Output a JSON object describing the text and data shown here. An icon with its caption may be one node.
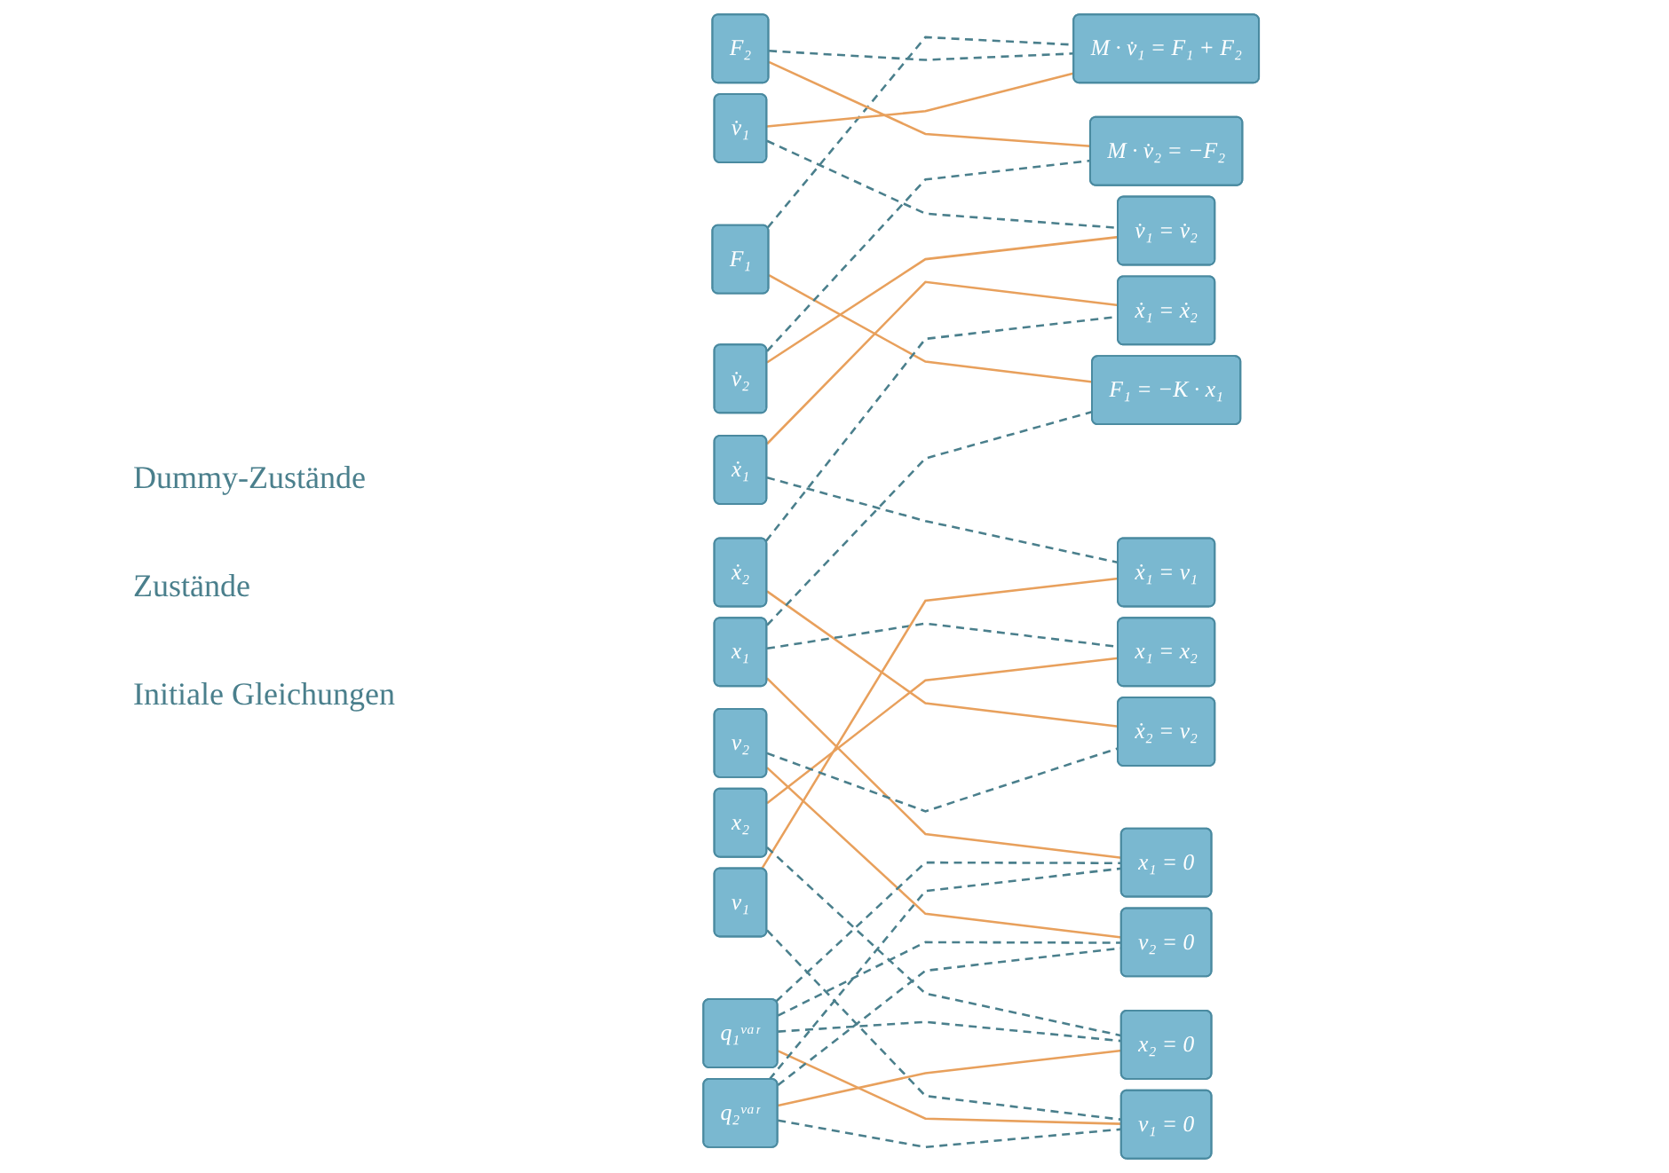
{
  "diagram": {
    "nodes": [
      {
        "text": [
          "F₁"
        ]
      },
      {
        "text": [
          "F₂"
        ]
      },
      {
        "text": [
          "ẋ₁"
        ]
      },
      {
        "text": [
          "v̇₁"
        ]
      },
      {
        "text": [
          "ẋ₂"
        ]
      },
      {
        "text": [
          "v̇₂"
        ]
      },
      {
        "text": [
          "x₁"
        ]
      },
      {
        "text": [
          "v₁"
        ]
      },
      {
        "text": [
          "x₂"
        ]
      },
      {
        "text": [
          "v₂"
        ]
      },
      {
        "text": [
          "q₁ᵛᵃʳ"
        ]
      },
      {
        "text": [
          "q₂ᵛᵃʳ"
        ]
      },
      {
        "text": [
          "M · v̇₁ = F₁ + F₂"
        ]
      },
      {
        "text": [
          "M · v̇₂ = −F₂"
        ]
      },
      {
        "text": [
          "F₁ = −K · x₁"
        ]
      },
      {
        "text": [
          "ẋ₁ = v₁"
        ]
      },
      {
        "text": [
          "ẋ₂ = v₂"
        ]
      },
      {
        "text": [
          "ẋ₁ = ẋ₂"
        ]
      },
      {
        "text": [
          "v̇₁ = v̇₂"
        ]
      },
      {
        "text": [
          "x₁ = x₂"
        ]
      },
      {
        "text": [
          "x₁ = 0"
        ]
      },
      {
        "text": [
          "v₁ = 0"
        ]
      },
      {
        "text": [
          "x₂ = 0"
        ]
      },
      {
        "text": [
          "v₂ = 0"
        ]
      }
    ],
    "edges": [
      {
        "from": 0,
        "to": 12,
        "arrow": "none",
        "style": "dashed"
      },
      {
        "from": 0,
        "to": 14,
        "arrow": "none",
        "color": "#e8a05c"
      },
      {
        "from": 1,
        "to": 12,
        "arrow": "none",
        "style": "dashed"
      },
      {
        "from": 1,
        "to": 13,
        "arrow": "none",
        "color": "#e8a05c"
      },
      {
        "from": 2,
        "to": 15,
        "arrow": "none",
        "style": "dashed"
      },
      {
        "from": 2,
        "to": 17,
        "arrow": "none",
        "color": "#e8a05c"
      },
      {
        "from": 3,
        "to": 12,
        "arrow": "none",
        "color": "#e8a05c"
      },
      {
        "from": 3,
        "to": 18,
        "arrow": "none",
        "style": "dashed"
      },
      {
        "from": 4,
        "to": 16,
        "arrow": "none",
        "color": "#e8a05c"
      },
      {
        "from": 4,
        "to": 17,
        "arrow": "none",
        "style": "dashed"
      },
      {
        "from": 5,
        "to": 13,
        "arrow": "none",
        "style": "dashed"
      },
      {
        "from": 5,
        "to": 18,
        "arrow": "none",
        "color": "#e8a05c"
      },
      {
        "from": 6,
        "to": 14,
        "arrow": "none",
        "style": "dashed"
      },
      {
        "from": 6,
        "to": 19,
        "arrow": "none",
        "style": "dashed"
      },
      {
        "from": 6,
        "to": 20,
        "arrow": "none",
        "color": "#e8a05c"
      },
      {
        "from": 7,
        "to": 15,
        "arrow": "none",
        "color": "#e8a05c"
      },
      {
        "from": 7,
        "to": 21,
        "arrow": "none",
        "style": "dashed"
      },
      {
        "from": 8,
        "to": 19,
        "arrow": "none",
        "color": "#e8a05c"
      },
      {
        "from": 8,
        "to": 22,
        "arrow": "none",
        "style": "dashed"
      },
      {
        "from": 9,
        "to": 16,
        "arrow": "none",
        "style": "dashed"
      },
      {
        "from": 9,
        "to": 23,
        "arrow": "none",
        "color": "#e8a05c"
      },
      {
        "from": 10,
        "to": 20,
        "arrow": "none",
        "style": "dashed"
      },
      {
        "from": 10,
        "to": 21,
        "arrow": "none",
        "color": "#e8a05c"
      },
      {
        "from": 10,
        "to": 22,
        "arrow": "none",
        "style": "dashed"
      },
      {
        "from": 10,
        "to": 23,
        "arrow": "none",
        "style": "dashed"
      },
      {
        "from": 11,
        "to": 20,
        "arrow": "none",
        "style": "dashed"
      },
      {
        "from": 11,
        "to": 21,
        "arrow": "none",
        "style": "dashed"
      },
      {
        "from": 11,
        "to": 22,
        "arrow": "none",
        "color": "#e8a05c"
      },
      {
        "from": 11,
        "to": 23,
        "arrow": "none",
        "style": "dashed"
      }
    ],
    "labels": [
      "Dummy-Zustände",
      "Zustände",
      "Initiale Gleichungen"
    ]
  }
}
